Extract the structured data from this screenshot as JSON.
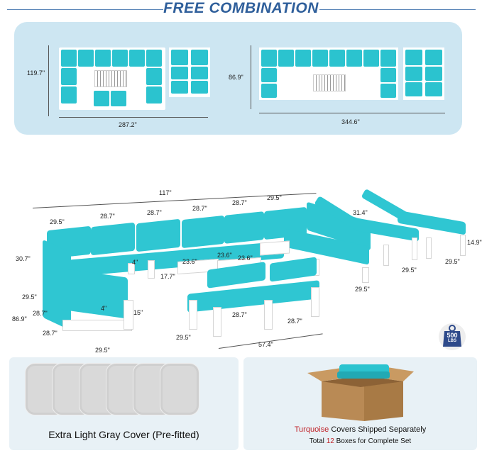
{
  "header": {
    "title": "FREE COMBINATION"
  },
  "combination": {
    "left_height": "119.7\"",
    "left_width": "287.2\"",
    "right_height": "86.9\"",
    "right_width": "344.6\""
  },
  "dimensions": {
    "overall": "117\"",
    "seg1": "29.5\"",
    "seg2": "28.7\"",
    "seg3": "28.7\"",
    "seg4": "28.7\"",
    "seg5": "28.7\"",
    "seg6": "29.5\"",
    "lounger_height": "31.4\"",
    "side_height": "14.9\"",
    "lounger_w1": "29.5\"",
    "lounger_w2": "29.5\"",
    "back_h": "30.7\"",
    "arm_gap": "4\"",
    "table_h": "17.7\"",
    "table_w1": "23.6\"",
    "table_w2": "23.6\"",
    "table_w3": "23.6\"",
    "chaise_w": "29.5\"",
    "left_d1": "29.5\"",
    "left_d2": "28.7\"",
    "left_total": "86.9\"",
    "left_d3": "28.7\"",
    "seat_h": "15\"",
    "arm_gap2": "4\"",
    "bottom_w": "29.5\"",
    "loveseat_d": "29.5\"",
    "loveseat_w1": "28.7\"",
    "loveseat_w2": "28.7\"",
    "loveseat_total": "57.4\""
  },
  "badge": {
    "value": "500",
    "unit": "LBS"
  },
  "bottom": {
    "left_caption": "Extra Light Gray Cover (Pre-fitted)",
    "right_caption_color": "Turquoise",
    "right_caption_rest": " Covers Shipped Separately",
    "right_caption2_a": "Total ",
    "right_caption2_num": "12",
    "right_caption2_b": " Boxes for Complete Set"
  },
  "colors": {
    "cushion": "#2bc3cf",
    "panel": "#cde6f2",
    "title": "#2f5f9b"
  }
}
